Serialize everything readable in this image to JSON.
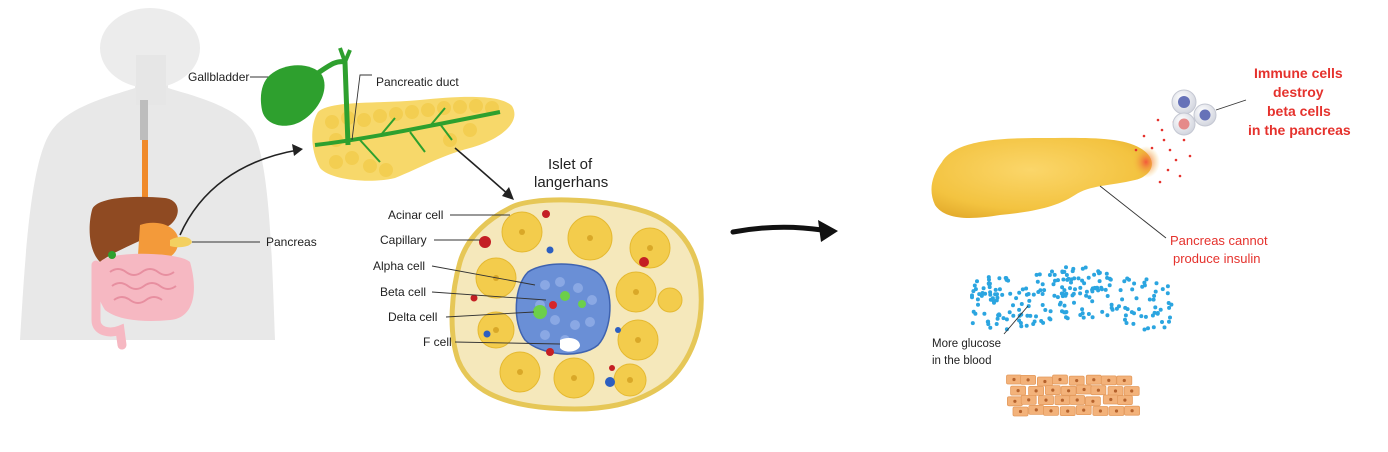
{
  "labels": {
    "gallbladder": "Gallbladder",
    "pancreatic_duct": "Pancreatic duct",
    "pancreas": "Pancreas",
    "islet_line1": "Islet of",
    "islet_line2": "langerhans",
    "acinar": "Acinar cell",
    "capillary": "Capillary",
    "alpha": "Alpha cell",
    "beta": "Beta cell",
    "delta": "Delta cell",
    "fcell": "F cell",
    "immune_line1": "Immune cells",
    "immune_line2": "destroy",
    "immune_line3": "beta cells",
    "immune_line4": "in the pancreas",
    "cannot_line1": "Pancreas cannot",
    "cannot_line2": "produce insulin",
    "glucose_line1": "More glucose",
    "glucose_line2": "in the blood"
  },
  "colors": {
    "body": "#e6e6e6",
    "liver": "#8f4a22",
    "gallbladder": "#2ea02e",
    "pancreas": "#f3d060",
    "islet_cells": "#6a8fd6",
    "glucose": "#2ba5e0",
    "tissue": "#f3b27a",
    "alert_red": "#e5322d"
  }
}
